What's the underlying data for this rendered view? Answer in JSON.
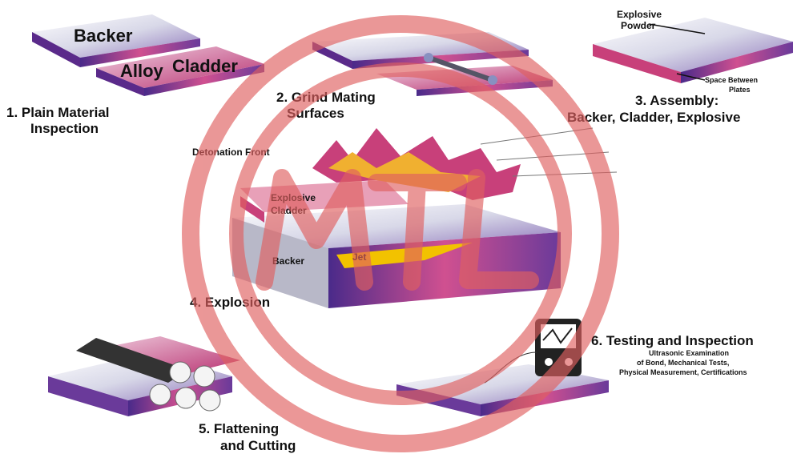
{
  "colors": {
    "plate_edge": "#5a2a8a",
    "plate_pink": "#c8407a",
    "watermark": "#e06060",
    "jet": "#f2c200"
  },
  "step1": {
    "backer": "Backer",
    "alloy": "Alloy",
    "cladder": "Cladder",
    "title_line1": "1. Plain Material",
    "title_line2": "Inspection"
  },
  "step2": {
    "title_line1": "2. Grind Mating",
    "title_line2": "Surfaces"
  },
  "step3": {
    "explosive_line1": "Explosive",
    "explosive_line2": "Powder",
    "space_line1": "Space Between",
    "space_line2": "Plates",
    "title_line1": "3. Assembly:",
    "title_line2": "Backer, Cladder, Explosive"
  },
  "step4": {
    "detonation": "Detonation Front",
    "explosive": "Explosive",
    "cladder": "Cladder",
    "backer": "Backer",
    "jet": "Jet",
    "title": "4. Explosion"
  },
  "step5": {
    "title_line1": "5. Flattening",
    "title_line2": "and Cutting"
  },
  "step6": {
    "title": "6. Testing and Inspection",
    "desc_line1": "Ultrasonic Examination",
    "desc_line2": "of Bond, Mechanical Tests,",
    "desc_line3": "Physical Measurement, Certifications"
  },
  "watermark": {
    "text": "MTL"
  }
}
